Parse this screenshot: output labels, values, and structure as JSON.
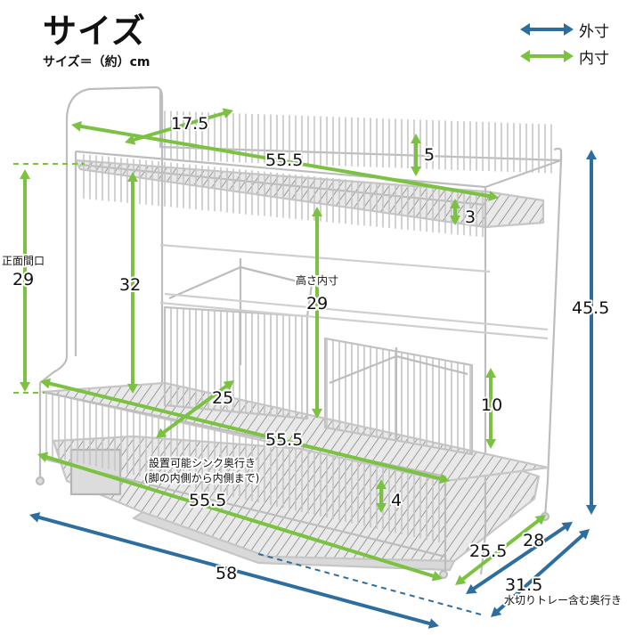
{
  "title": "サイズ",
  "subtitle": "サイズ＝（約）cm",
  "colors": {
    "outer": "#2e6e9e",
    "inner": "#7cc242",
    "wire": "#b9b9b9",
    "tray": "#d4d4d4"
  },
  "legend": [
    {
      "label": "外寸",
      "type": "outer",
      "icon": "double-arrow-blue"
    },
    {
      "label": "内寸",
      "type": "inner",
      "icon": "double-arrow-green"
    }
  ],
  "dimensions": {
    "top_depth": {
      "value": "17.5",
      "type": "inner"
    },
    "top_width": {
      "value": "55.5",
      "type": "inner"
    },
    "top_rail_height": {
      "value": "5",
      "type": "inner"
    },
    "top_shelf_height": {
      "value": "3",
      "type": "inner"
    },
    "front_opening": {
      "value": "29",
      "label": "正面間口",
      "type": "inner"
    },
    "left_clearance": {
      "value": "32",
      "type": "inner"
    },
    "inner_height": {
      "value": "29",
      "label": "高さ内寸",
      "type": "inner"
    },
    "total_height": {
      "value": "45.5",
      "type": "outer"
    },
    "bottom_depth": {
      "value": "25",
      "type": "inner"
    },
    "bottom_width": {
      "value": "55.5",
      "type": "inner"
    },
    "basket_height": {
      "value": "10",
      "type": "inner"
    },
    "sink_depth": {
      "value": "55.5",
      "label_line1": "設置可能シンク奥行き",
      "label_line2": "(脚の内側から内側まで)",
      "type": "inner"
    },
    "tray_rail_height": {
      "value": "4",
      "type": "inner"
    },
    "total_width": {
      "value": "58",
      "type": "outer"
    },
    "inner_depth": {
      "value": "25.5",
      "type": "inner"
    },
    "outer_depth": {
      "value": "28",
      "type": "outer"
    },
    "tray_depth": {
      "value": "31.5",
      "label": "水切りトレー含む奥行き",
      "type": "outer"
    }
  }
}
